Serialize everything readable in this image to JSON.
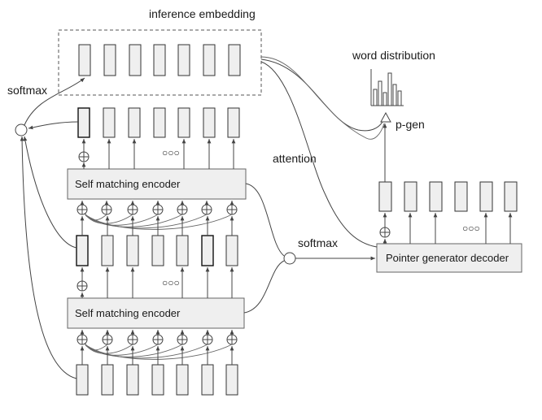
{
  "labels": {
    "inference_embedding": "inference embedding",
    "softmax_left": "softmax",
    "attention": "attention",
    "softmax_mid": "softmax",
    "word_distribution": "word distribution",
    "p_gen": "p-gen",
    "self_matching_encoder_top": "Self matching encoder",
    "self_matching_encoder_bottom": "Self matching encoder",
    "pointer_generator_decoder": "Pointer generator decoder"
  },
  "ellipsis": "○○○",
  "colors": {
    "box_fill": "#efefef",
    "stroke": "#333333"
  }
}
